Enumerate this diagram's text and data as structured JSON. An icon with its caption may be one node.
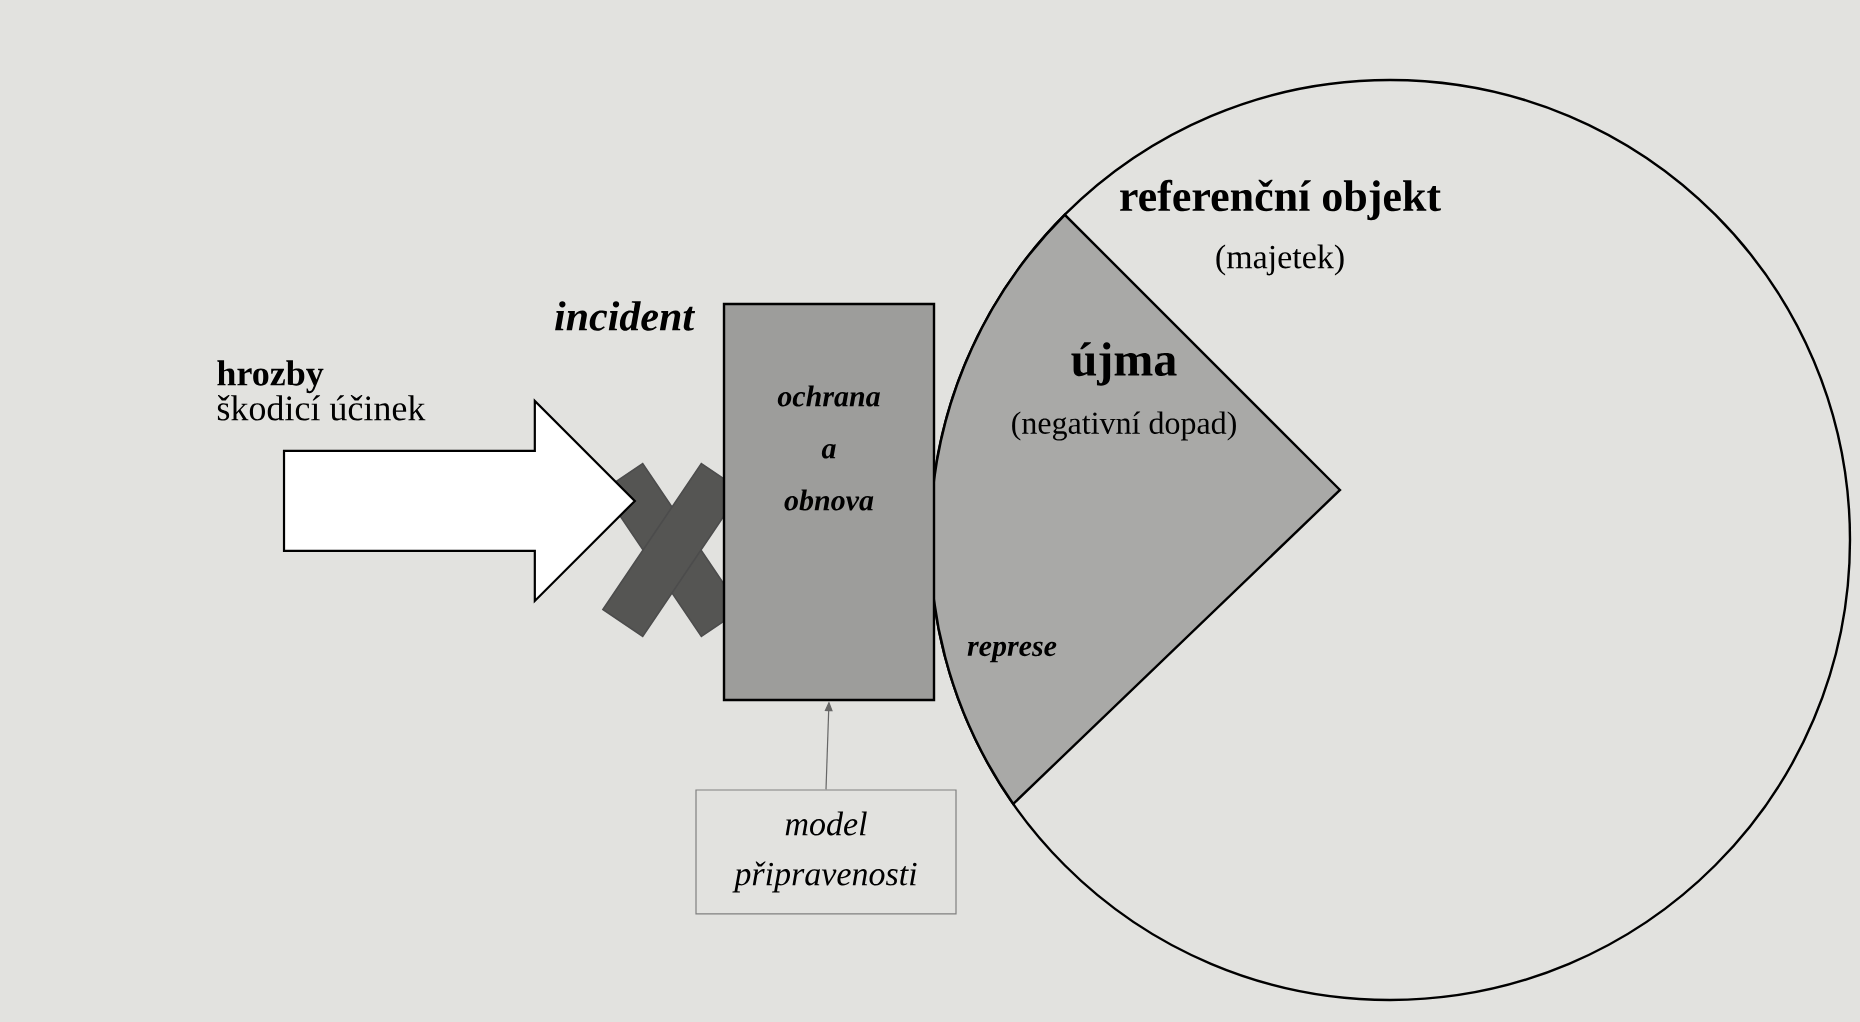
{
  "diagram": {
    "nodes": [
      {
        "text": [
          "referenční objekt",
          "(majetek)"
        ]
      },
      {
        "text": [
          "újma",
          "(negativní dopad)",
          "represe"
        ],
        "in": 0
      },
      {
        "text": [
          "ochrana a obnova"
        ],
        "beside": [
          "incident"
        ]
      },
      {
        "text": [
          "hrozby",
          "škodicí účinek"
        ]
      },
      {
        "text": [
          "model připravenosti"
        ]
      }
    ],
    "edges": [
      {
        "from": 3,
        "to": 2,
        "arrow": "to"
      },
      {
        "from": 4,
        "to": 2,
        "arrow": "to"
      }
    ]
  }
}
